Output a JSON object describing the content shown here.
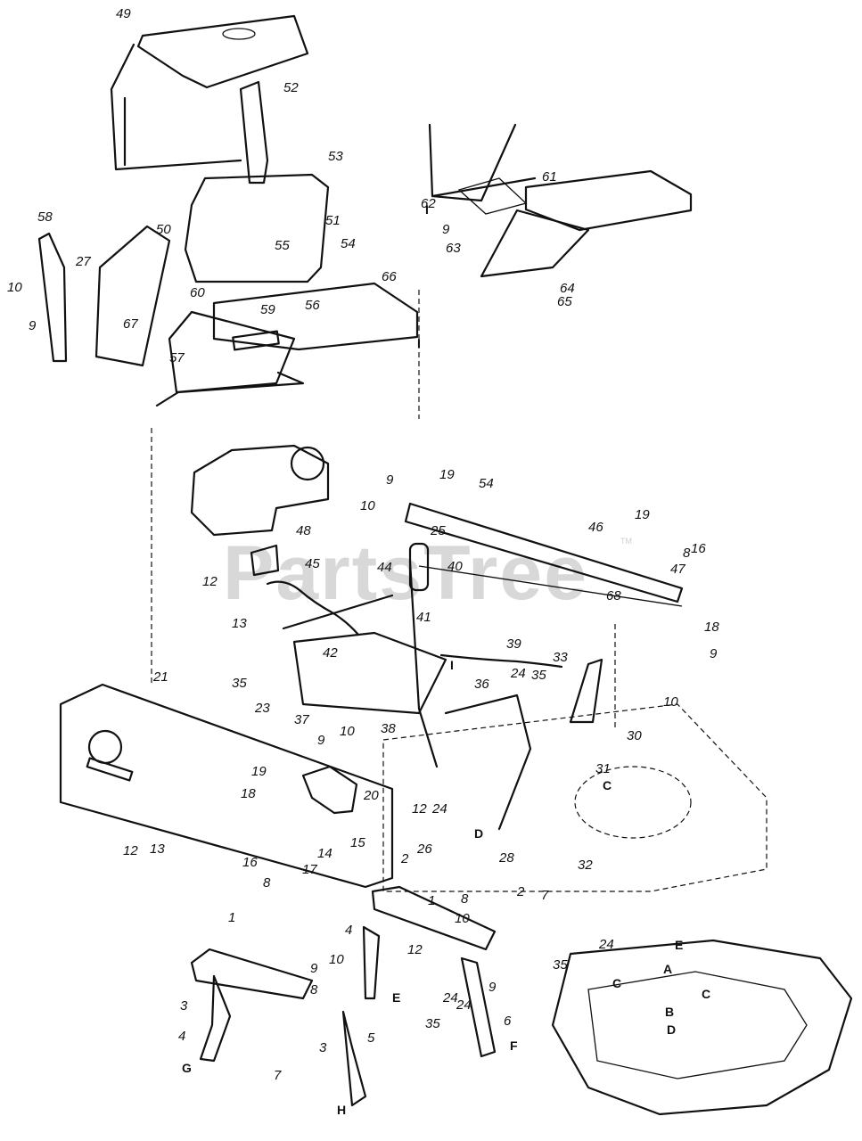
{
  "watermark": {
    "text": "PartsTree",
    "trademark": "TM"
  },
  "callouts": [
    {
      "text": "49"
    },
    {
      "text": "52"
    },
    {
      "text": "53"
    },
    {
      "text": "58"
    },
    {
      "text": "50"
    },
    {
      "text": "27"
    },
    {
      "text": "10"
    },
    {
      "text": "9"
    },
    {
      "text": "67"
    },
    {
      "text": "55"
    },
    {
      "text": "51"
    },
    {
      "text": "54"
    },
    {
      "text": "60"
    },
    {
      "text": "59"
    },
    {
      "text": "56"
    },
    {
      "text": "66"
    },
    {
      "text": "57"
    },
    {
      "text": "61"
    },
    {
      "text": "62"
    },
    {
      "text": "9"
    },
    {
      "text": "63"
    },
    {
      "text": "64"
    },
    {
      "text": "65"
    },
    {
      "text": "19"
    },
    {
      "text": "54"
    },
    {
      "text": "9"
    },
    {
      "text": "10"
    },
    {
      "text": "25"
    },
    {
      "text": "40"
    },
    {
      "text": "46"
    },
    {
      "text": "19"
    },
    {
      "text": "8"
    },
    {
      "text": "16"
    },
    {
      "text": "47"
    },
    {
      "text": "48"
    },
    {
      "text": "45"
    },
    {
      "text": "44"
    },
    {
      "text": "12"
    },
    {
      "text": "41"
    },
    {
      "text": "68"
    },
    {
      "text": "18"
    },
    {
      "text": "9"
    },
    {
      "text": "13"
    },
    {
      "text": "39"
    },
    {
      "text": "33"
    },
    {
      "text": "10"
    },
    {
      "text": "35"
    },
    {
      "text": "42"
    },
    {
      "text": "23"
    },
    {
      "text": "37"
    },
    {
      "text": "36"
    },
    {
      "text": "24"
    },
    {
      "text": "35"
    },
    {
      "text": "21"
    },
    {
      "text": "38"
    },
    {
      "text": "30"
    },
    {
      "text": "9"
    },
    {
      "text": "10"
    },
    {
      "text": "31"
    },
    {
      "text": "19"
    },
    {
      "text": "18"
    },
    {
      "text": "20"
    },
    {
      "text": "12"
    },
    {
      "text": "24"
    },
    {
      "text": "15"
    },
    {
      "text": "12"
    },
    {
      "text": "13"
    },
    {
      "text": "16"
    },
    {
      "text": "8"
    },
    {
      "text": "17"
    },
    {
      "text": "14"
    },
    {
      "text": "26"
    },
    {
      "text": "28"
    },
    {
      "text": "32"
    },
    {
      "text": "2"
    },
    {
      "text": "1"
    },
    {
      "text": "4"
    },
    {
      "text": "8"
    },
    {
      "text": "2"
    },
    {
      "text": "7"
    },
    {
      "text": "12"
    },
    {
      "text": "10"
    },
    {
      "text": "1"
    },
    {
      "text": "9"
    },
    {
      "text": "10"
    },
    {
      "text": "3"
    },
    {
      "text": "9"
    },
    {
      "text": "24"
    },
    {
      "text": "24"
    },
    {
      "text": "35"
    },
    {
      "text": "24"
    },
    {
      "text": "35"
    },
    {
      "text": "8"
    },
    {
      "text": "6"
    },
    {
      "text": "4"
    },
    {
      "text": "5"
    },
    {
      "text": "7"
    },
    {
      "text": "3"
    }
  ],
  "letters": [
    {
      "text": "I"
    },
    {
      "text": "I"
    },
    {
      "text": "I"
    },
    {
      "text": "C"
    },
    {
      "text": "D"
    },
    {
      "text": "E"
    },
    {
      "text": "F"
    },
    {
      "text": "G"
    },
    {
      "text": "H"
    },
    {
      "text": "E"
    },
    {
      "text": "A"
    },
    {
      "text": "C"
    },
    {
      "text": "C"
    },
    {
      "text": "B"
    },
    {
      "text": "D"
    }
  ]
}
